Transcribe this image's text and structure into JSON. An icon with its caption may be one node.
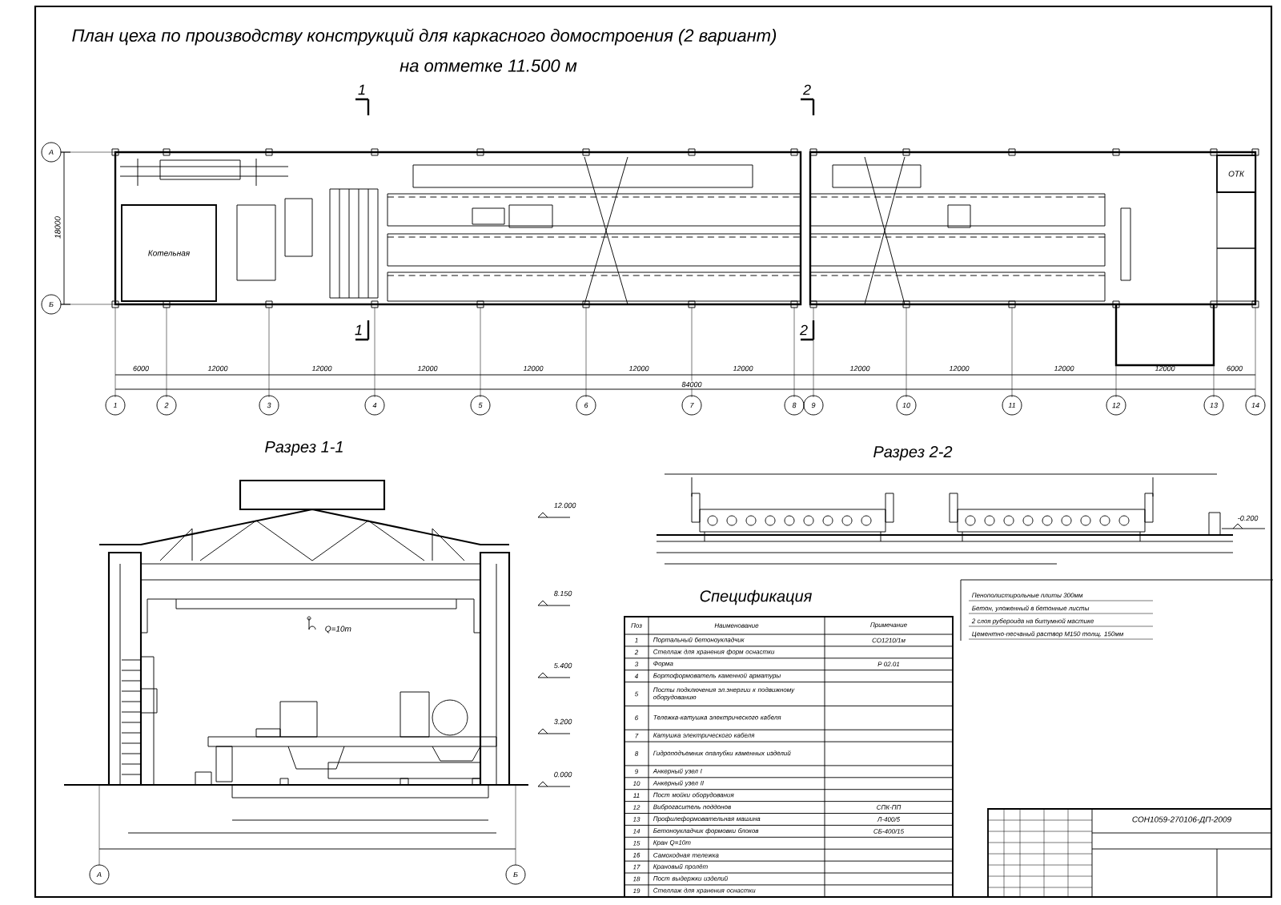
{
  "diagram": {
    "title": "План цеха по производству конструкций для каркасного домостроения (2 вариант)",
    "nodes": [
      {
        "text": [
          "Котельная"
        ]
      },
      {
        "text": [
          "ОТК"
        ]
      }
    ],
    "labels": [
      "на отметке 11.500 м",
      "1",
      "2",
      "18000",
      "1",
      "2",
      "6000",
      "12000",
      "12000",
      "12000",
      "12000",
      "12000",
      "12000",
      "12000",
      "12000",
      "12000",
      "12000",
      "6000",
      "84000",
      "1",
      "2",
      "3",
      "4",
      "5",
      "6",
      "7",
      "8",
      "9",
      "10",
      "11",
      "12",
      "13",
      "14",
      "А",
      "Б",
      "Разрез 1-1",
      "12.000",
      "8.150",
      "5.400",
      "3.200",
      "0.000",
      "Q=10т",
      "А",
      "Б",
      "Разрез 2-2",
      "-0.200",
      "Спецификация",
      "Поз",
      "Наименование",
      "Примечание",
      "1",
      "Портальный бетоноукладчик",
      "СО1210/1м",
      "2",
      "Стеллаж для хранения форм оснастки",
      "3",
      "Форма",
      "Р 02.01",
      "4",
      "Бортоформователь каменной арматуры",
      "5",
      "Посты подключения эл.энергии к подвижному оборудованию",
      "6",
      "Тележка-катушка электрического кабеля",
      "7",
      "Катушка электрического кабеля",
      "8",
      "Гидроподъемник опалубки каменных изделий",
      "9",
      "Анкерный узел I",
      "10",
      "Анкерный узел II",
      "11",
      "Пост мойки оборудования",
      "12",
      "Виброгаситель поддонов",
      "СПК-ПП",
      "13",
      "Профилеформовательная машина",
      "Л-400/5",
      "14",
      "Бетоноукладчик формовки блоков",
      "СБ-400/15",
      "15",
      "Кран Q=10т",
      "16",
      "Самоходная тележка",
      "17",
      "Крановый пролёт",
      "18",
      "Пост выдержки изделий",
      "19",
      "Стеллаж для хранения оснастки",
      "Пенополистирольные плиты 300мм",
      "Бетон, уложенный в бетонные листы",
      "2 слоя рубероида на битумной мастике",
      "Цементно-песчаный раствор М150 толщ. 150мм",
      "СОН1059-270106-ДП-2009"
    ]
  }
}
